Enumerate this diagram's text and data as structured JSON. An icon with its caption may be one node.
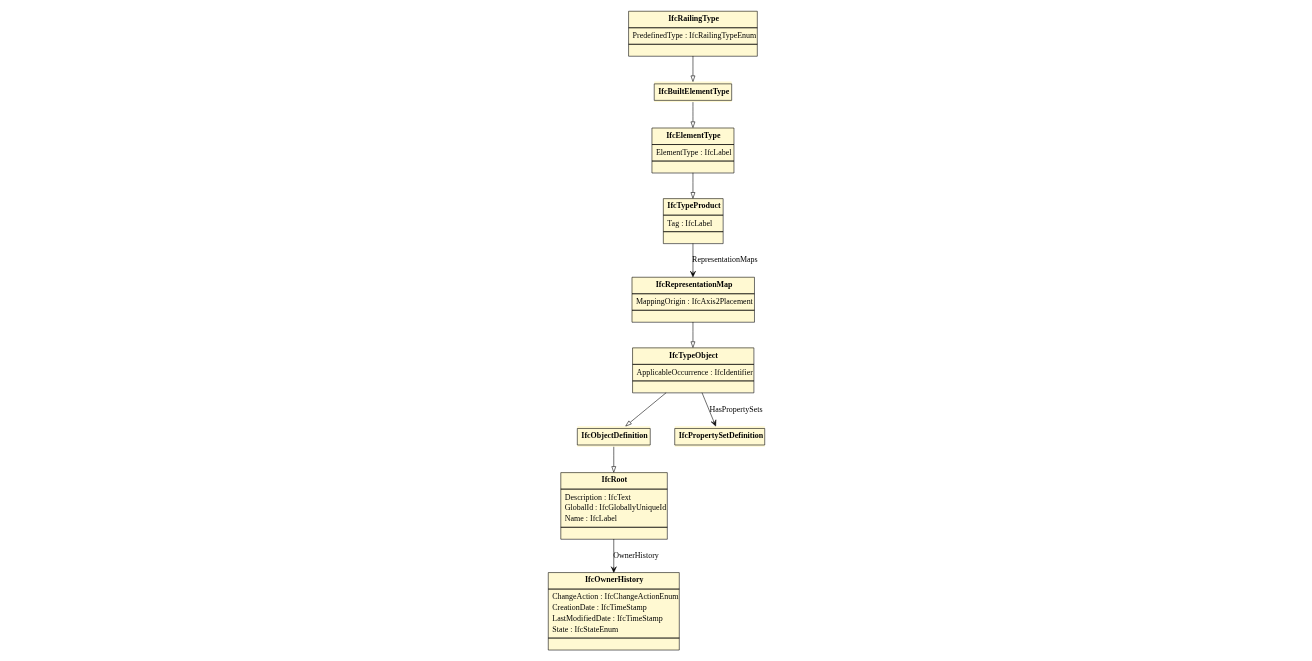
{
  "diagram": {
    "nodes": [
      {
        "text": [
          "IfcRailingType",
          "PredefinedType : IfcRailingTypeEnum"
        ]
      },
      {
        "text": [
          "IfcBuiltElementType"
        ]
      },
      {
        "text": [
          "IfcTypeProduct",
          "Tag : IfcLabel"
        ]
      },
      {
        "text": [
          "IfcElementType",
          "ElementType : IfcLabel"
        ]
      },
      {
        "text": [
          "IfcRepresentationMap",
          "MappingOrigin : IfcAxis2Placement"
        ]
      },
      {
        "text": [
          "IfcObjectDefinition"
        ]
      },
      {
        "text": [
          "IfcRoot",
          "Description : IfcText",
          "GlobalId : IfcGloballyUniqueId",
          "Name : IfcLabel"
        ]
      },
      {
        "text": [
          "IfcTypeObject",
          "ApplicableOccurrence : IfcIdentifier"
        ]
      },
      {
        "text": [
          "IfcPropertySetDefinition"
        ]
      },
      {
        "text": [
          "IfcOwnerHistory",
          "ChangeAction : IfcChangeActionEnum",
          "CreationDate : IfcTimeStamp",
          "LastModifiedDate : IfcTimeStamp",
          "State : IfcStateEnum"
        ]
      }
    ],
    "edges": [
      {
        "from": 0,
        "to": 1,
        "arrow": "to"
      },
      {
        "from": 1,
        "to": 3,
        "arrow": "to"
      },
      {
        "from": 3,
        "to": 2,
        "arrow": "to"
      },
      {
        "from": 2,
        "to": 4,
        "arrow": "to",
        "label": "RepresentationMaps"
      },
      {
        "from": 4,
        "to": 7,
        "arrow": "to"
      },
      {
        "from": 7,
        "to": 5,
        "arrow": "to"
      },
      {
        "from": 5,
        "to": 6,
        "arrow": "to"
      },
      {
        "from": 6,
        "to": 9,
        "arrow": "to",
        "label": "OwnerHistory"
      },
      {
        "from": 7,
        "to": 8,
        "arrow": "to",
        "label": "HasPropertySets"
      }
    ]
  }
}
